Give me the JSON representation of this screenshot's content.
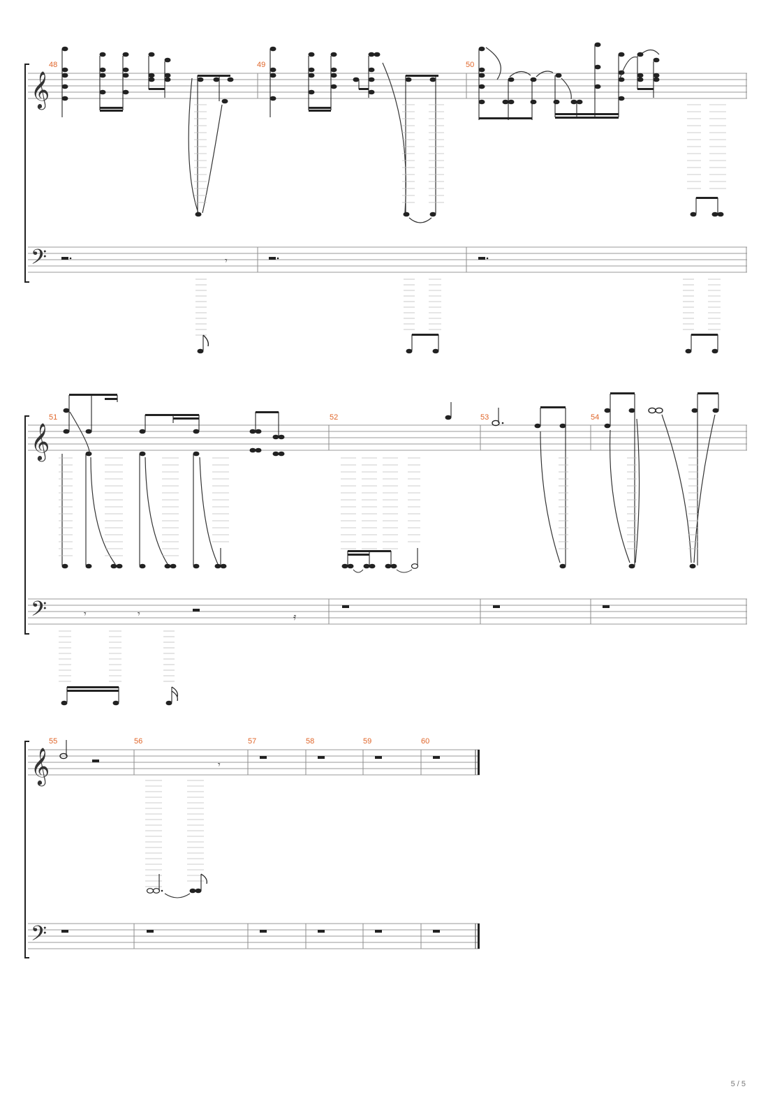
{
  "page": {
    "indicator": "5 / 5"
  },
  "colors": {
    "measure_number": "#e0662a",
    "staff_line": "#9a9a9a",
    "notes": "#222222"
  },
  "icons": {
    "treble_clef": "treble-clef-icon",
    "bass_clef": "bass-clef-icon",
    "brace": "system-brace-icon"
  },
  "systems": [
    {
      "measures": [
        "48",
        "49",
        "50"
      ]
    },
    {
      "measures": [
        "51",
        "52",
        "53",
        "54"
      ]
    },
    {
      "measures": [
        "55",
        "56",
        "57",
        "58",
        "59",
        "60"
      ]
    }
  ]
}
